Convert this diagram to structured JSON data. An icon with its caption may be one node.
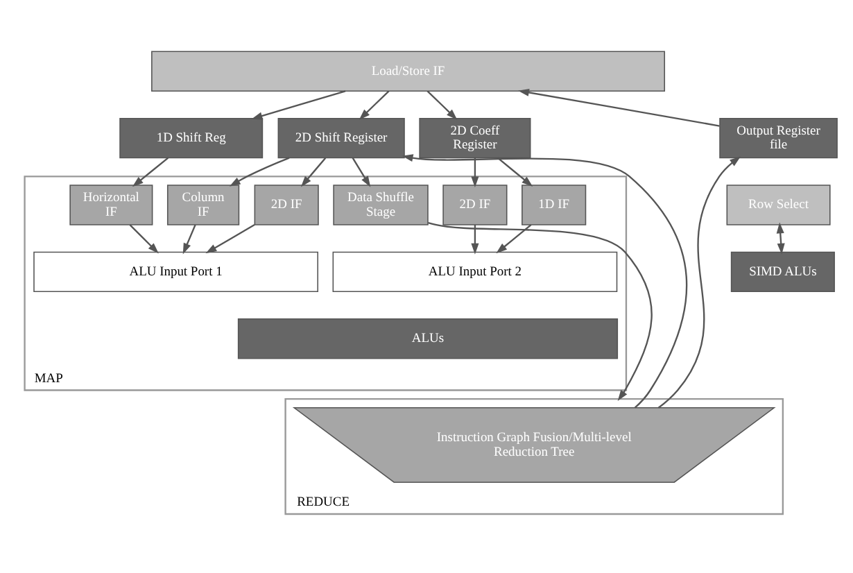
{
  "diagram": {
    "nodes": [
      {
        "text": [
          "Load/Store IF"
        ]
      },
      {
        "text": [
          "2D Shift Register"
        ]
      },
      {
        "text": [
          "2D Coeff Register"
        ]
      },
      {
        "text": [
          "1D Shift Reg"
        ]
      },
      {
        "text": [
          "MAP"
        ]
      },
      {
        "text": [
          "Data Shuffle Stage"
        ],
        "in": 4
      },
      {
        "text": [
          "Horizontal IF"
        ],
        "in": 4
      },
      {
        "text": [
          "Column IF"
        ],
        "in": 4
      },
      {
        "text": [
          "2D IF"
        ],
        "in": 4
      },
      {
        "text": [
          "1D IF"
        ],
        "in": 4
      },
      {
        "text": [
          "2D IF"
        ],
        "in": 4
      },
      {
        "text": [
          "ALU Input Port 1"
        ],
        "in": 4
      },
      {
        "text": [
          "ALU Input Port 2"
        ],
        "in": 4
      },
      {
        "text": [
          "ALUs"
        ],
        "in": 4
      },
      {
        "text": [
          "REDUCE"
        ]
      },
      {
        "text": [
          "Instruction Graph Fusion/Multi-level Reduction Tree"
        ],
        "in": 14
      },
      {
        "text": [
          "Output Register file"
        ]
      },
      {
        "text": [
          "Row Select"
        ]
      },
      {
        "text": [
          "SIMD ALUs"
        ]
      }
    ],
    "edges": [
      {
        "from": 0,
        "to": 3,
        "arrow": "to"
      },
      {
        "from": 0,
        "to": 1,
        "arrow": "to"
      },
      {
        "from": 0,
        "to": 2,
        "arrow": "to"
      },
      {
        "from": 1,
        "to": 5,
        "arrow": "to"
      },
      {
        "from": 3,
        "to": 6,
        "arrow": "to"
      },
      {
        "from": 1,
        "to": 7,
        "arrow": "to"
      },
      {
        "from": 1,
        "to": 8,
        "arrow": "to"
      },
      {
        "from": 2,
        "to": 9,
        "arrow": "to"
      },
      {
        "from": 2,
        "to": 10,
        "arrow": "to"
      },
      {
        "from": 6,
        "to": 11,
        "arrow": "to"
      },
      {
        "from": 7,
        "to": 11,
        "arrow": "to"
      },
      {
        "from": 8,
        "to": 11,
        "arrow": "to"
      },
      {
        "from": 9,
        "to": 12,
        "arrow": "to"
      },
      {
        "from": 10,
        "to": 12,
        "arrow": "to"
      },
      {
        "from": 5,
        "to": 14,
        "arrow": "to"
      },
      {
        "from": 15,
        "to": 16,
        "arrow": "to"
      },
      {
        "from": 15,
        "to": 1,
        "arrow": "to"
      },
      {
        "from": 16,
        "to": 0,
        "arrow": "to"
      },
      {
        "from": 17,
        "to": 18,
        "arrow": "both"
      }
    ]
  }
}
